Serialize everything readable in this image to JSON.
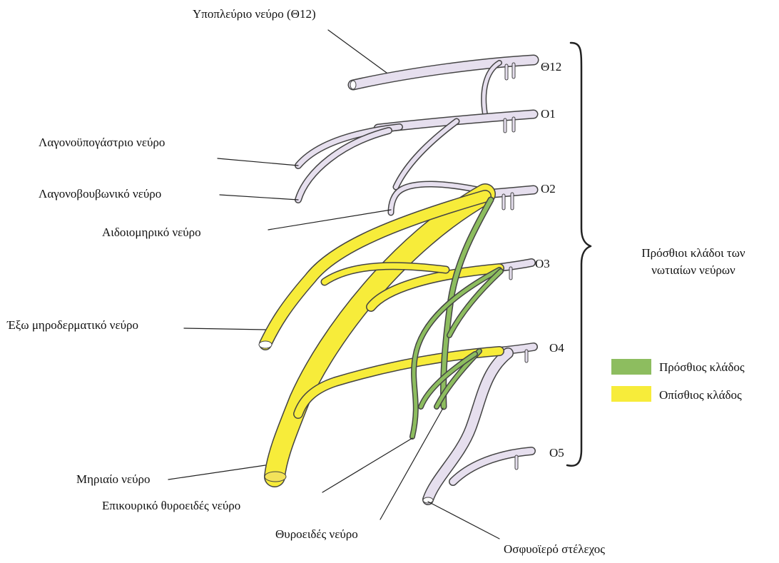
{
  "labels": {
    "subcostal": "Υποπλεύριο νεύρο (Θ12)",
    "iliohypogastric": "Λαγονοϋπογάστριο νεύρο",
    "ilioinguinal": "Λαγονοβουβωνικό νεύρο",
    "genitofemoral": "Αιδοιομηρικό νεύρο",
    "lateral_femoral_cutaneous": "Έξω μηροδερματικό νεύρο",
    "femoral": "Μηριαίο νεύρο",
    "accessory_obturator": "Επικουρικό θυροειδές νεύρο",
    "obturator": "Θυροειδές νεύρο",
    "lumbosacral_trunk": "Οσφυοϊερό στέλεχος"
  },
  "levels": {
    "t12": "Θ12",
    "l1": "Ο1",
    "l2": "Ο2",
    "l3": "Ο3",
    "l4": "Ο4",
    "l5": "Ο5"
  },
  "group": {
    "line1": "Πρόσθιοι κλάδοι των",
    "line2": "νωτιαίων νεύρων"
  },
  "legend": {
    "anterior": {
      "label": "Πρόσθιος κλάδος",
      "color": "#8dbd5f"
    },
    "posterior": {
      "label": "Οπίσθιος κλάδος",
      "color": "#f7ec3a"
    }
  },
  "colors": {
    "nerve_fill": "#e6dfee",
    "stroke": "#444444"
  }
}
